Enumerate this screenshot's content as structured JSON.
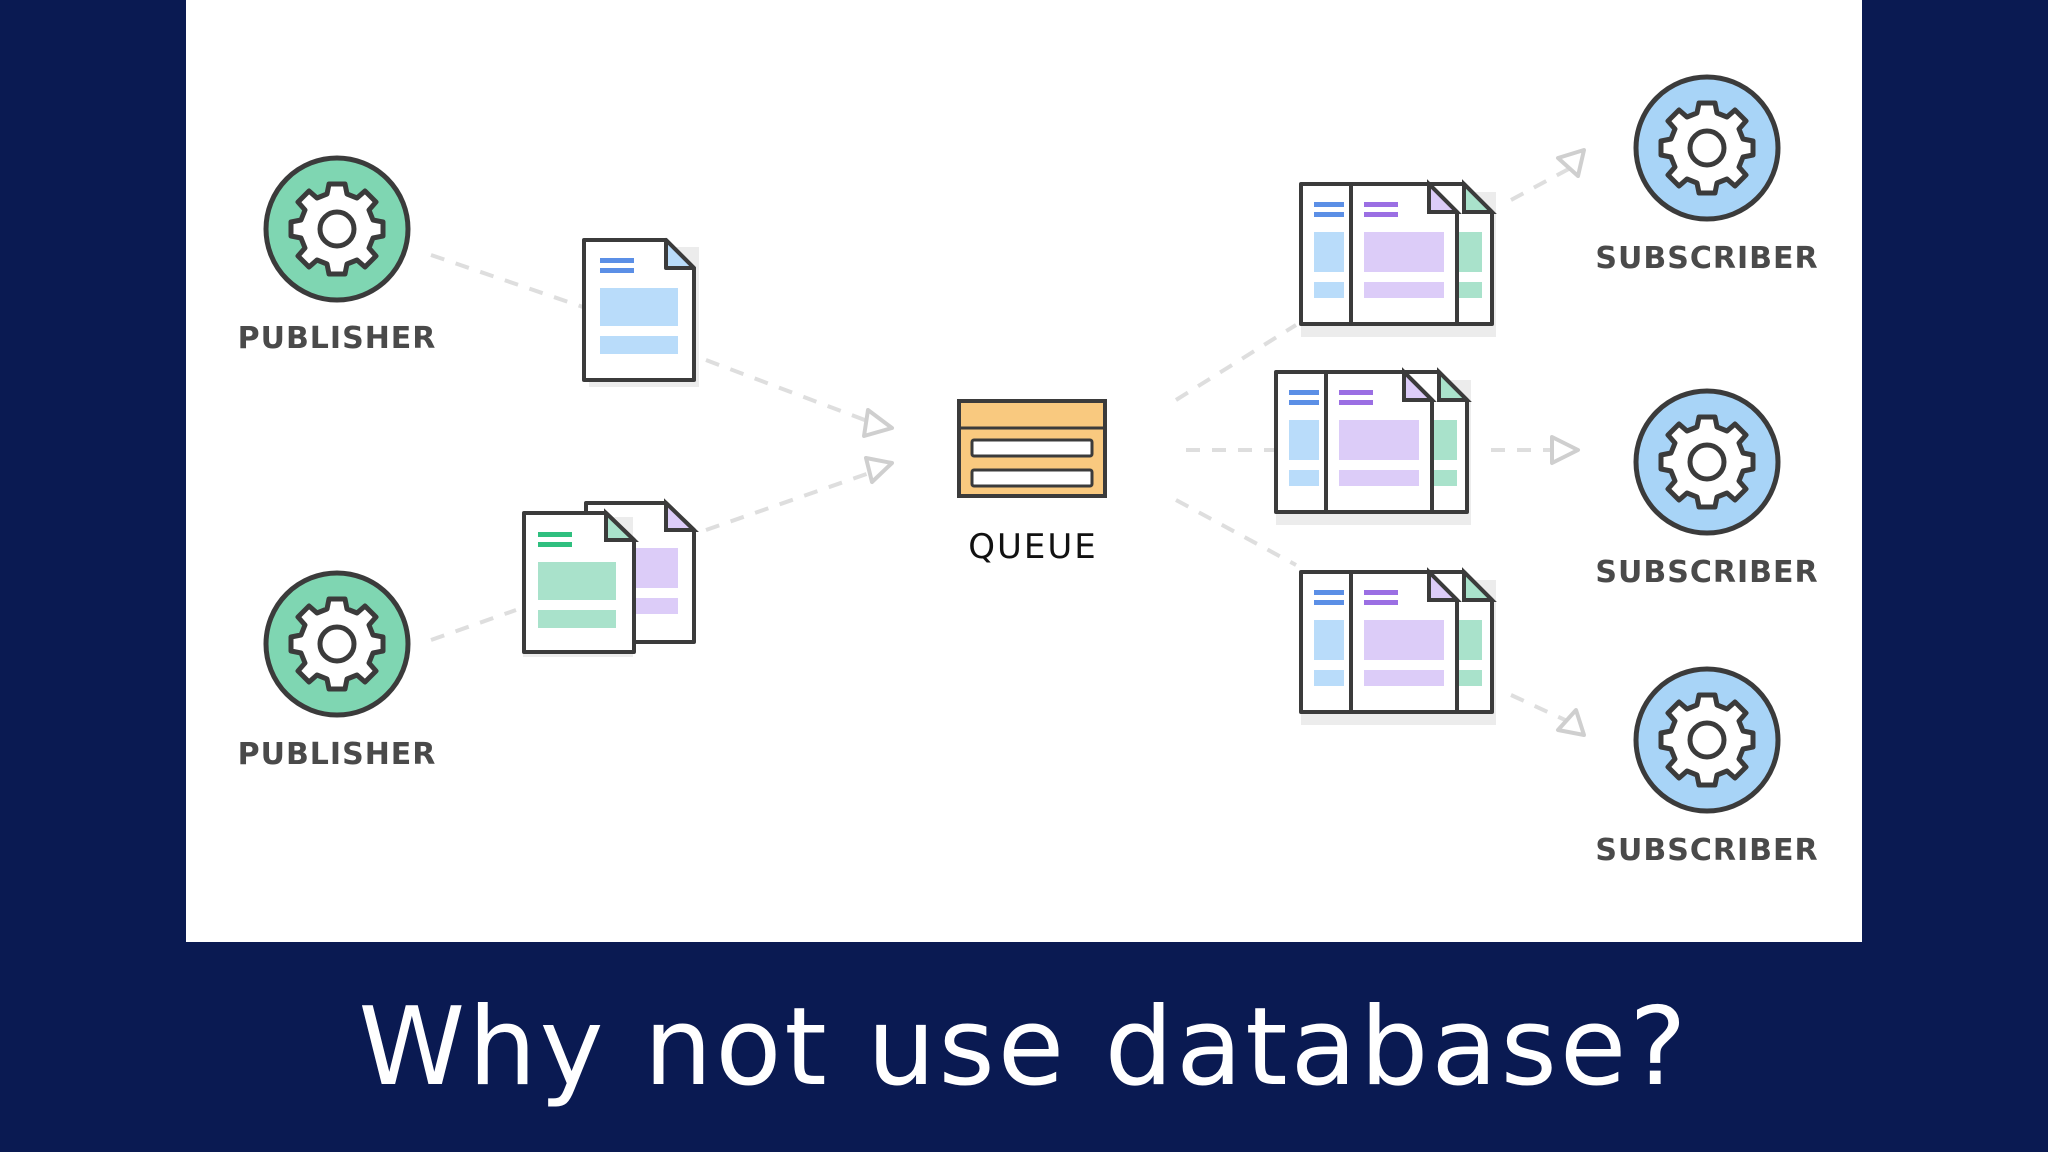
{
  "diagram": {
    "publishers": [
      {
        "label": "PUBLISHER"
      },
      {
        "label": "PUBLISHER"
      }
    ],
    "queue": {
      "label": "QUEUE"
    },
    "subscribers": [
      {
        "label": "SUBSCRIBER"
      },
      {
        "label": "SUBSCRIBER"
      },
      {
        "label": "SUBSCRIBER"
      }
    ],
    "colors": {
      "publisher": "#7fd6b2",
      "subscriber": "#a8d4f7",
      "queue": "#f9c97f",
      "doc_blue": "#b9dcfa",
      "doc_purple": "#dcccf8",
      "doc_green": "#a9e2cb",
      "outline": "#3b3b3b",
      "connector": "#d7d7d7"
    }
  },
  "caption": "Why not use database?"
}
